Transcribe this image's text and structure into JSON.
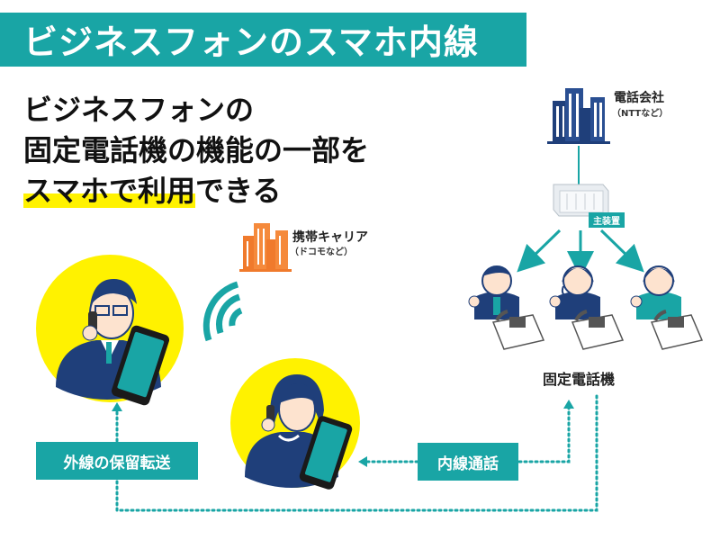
{
  "title": "ビジネスフォンのスマホ内線",
  "headline": {
    "line1": "ビジネスフォンの",
    "line2": "固定電話機の機能の一部を",
    "line3_highlight": "スマホで利用",
    "line3_rest": "できる"
  },
  "carrier": {
    "label": "携帯キャリア",
    "sub": "（ドコモなど）"
  },
  "telco": {
    "label": "電話会社",
    "sub": "（NTTなど）"
  },
  "main_unit": {
    "label": "主装置"
  },
  "fixed_phones": {
    "label": "固定電話機"
  },
  "flows": {
    "transfer": "外線の保留転送",
    "internal": "内線通話"
  },
  "colors": {
    "teal": "#19a5a5",
    "yellow": "#fff200",
    "orange": "#f07a2c",
    "navy": "#1f3f7a"
  }
}
